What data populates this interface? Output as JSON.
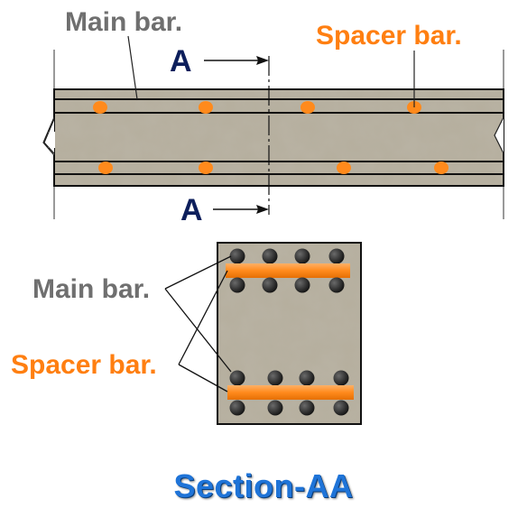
{
  "labels": {
    "main_bar_top": "Main bar.",
    "spacer_bar_top": "Spacer bar.",
    "section_marker": "A",
    "main_bar_section": "Main bar.",
    "spacer_bar_section": "Spacer bar."
  },
  "title": "Section-AA",
  "colors": {
    "concrete": "#b5ae9d",
    "spacer": "#ff8a1c",
    "main_label": "#6f6f6f",
    "title": "#1f74d8",
    "section_letter": "#0d1f5c"
  }
}
